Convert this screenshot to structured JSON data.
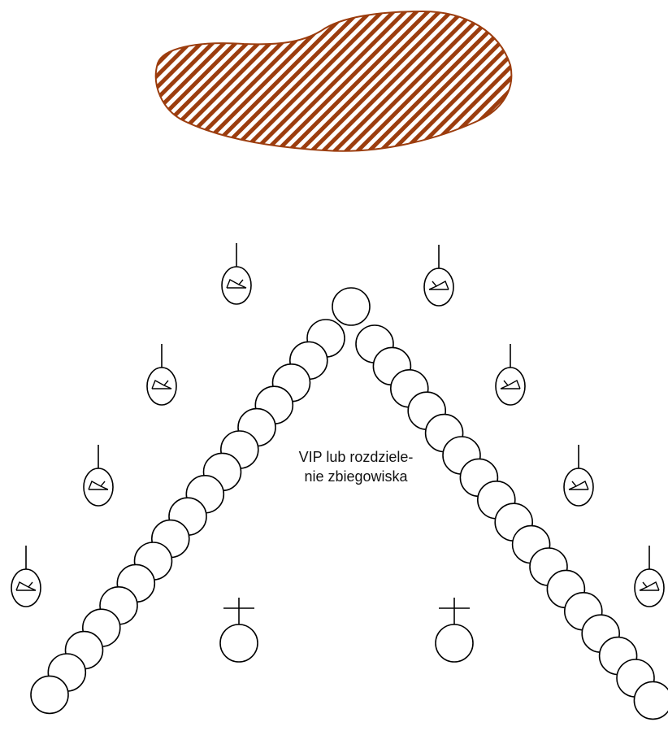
{
  "label": {
    "line1": "VIP lub rozdziele-",
    "line2": "nie zbiegowiska"
  },
  "colors": {
    "hatch": "#9c3d0e",
    "stroke": "#000000",
    "background": "#ffffff"
  },
  "symbols": {
    "crowd_area": "hatched-crowd-area",
    "officer": "circle-person",
    "commander": "circle-with-cross",
    "hatted_officer": "oval-officer-with-antenna"
  }
}
